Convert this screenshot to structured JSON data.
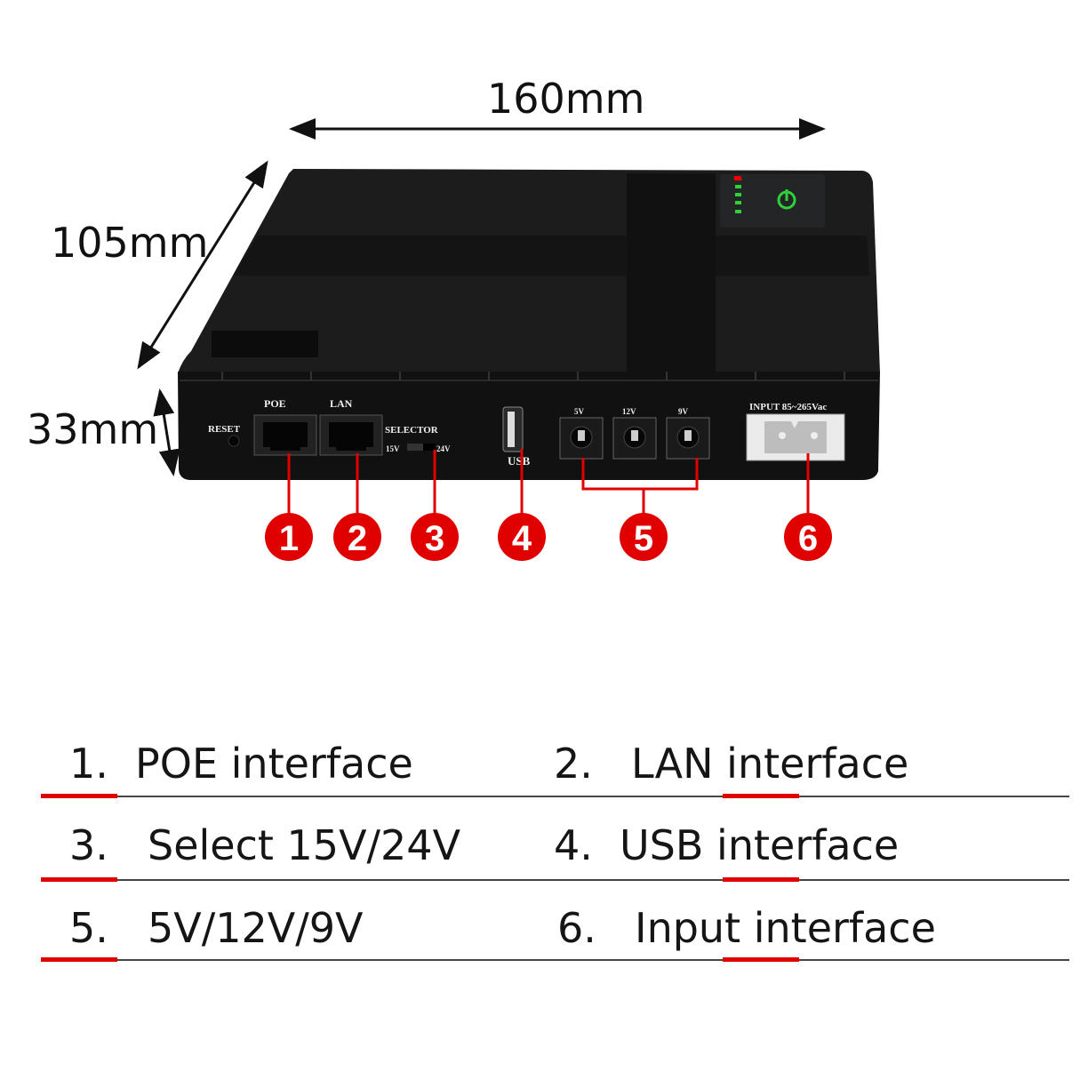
{
  "dimensions": {
    "width": "160mm",
    "depth": "105mm",
    "height": "33mm"
  },
  "panel_labels": {
    "reset": "RESET",
    "poe": "POE",
    "lan": "LAN",
    "selector": "SELECTOR",
    "v15": "15V",
    "v24": "24V",
    "usb": "USB",
    "v5": "5V",
    "v12": "12V",
    "v9": "9V",
    "input": "INPUT 85~265Vac"
  },
  "callouts": [
    "1",
    "2",
    "3",
    "4",
    "5",
    "6"
  ],
  "legend": [
    {
      "num": "1.",
      "text": "POE interface"
    },
    {
      "num": "2.",
      "text": "LAN interface"
    },
    {
      "num": "3.",
      "text": "Select 15V/24V"
    },
    {
      "num": "4.",
      "text": "USB interface"
    },
    {
      "num": "5.",
      "text": "5V/12V/9V"
    },
    {
      "num": "6.",
      "text": "Input interface"
    }
  ],
  "colors": {
    "accent": "#e00000",
    "device": "#1b1b1b",
    "led_green": "#2fd13a"
  }
}
